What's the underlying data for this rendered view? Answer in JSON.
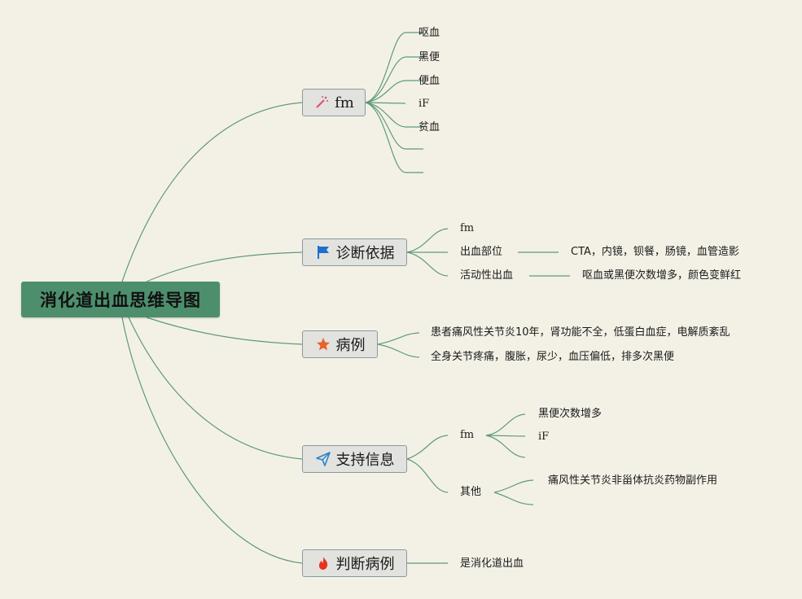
{
  "title": "消化道出血思维导图",
  "colors": {
    "background": "#f3f1e6",
    "root": "#4d8f6d",
    "line": "#5e9a7c",
    "node_fill": "#e2e2df",
    "node_border": "#8a9a9c"
  },
  "branches": [
    {
      "label": "fm",
      "icon": "magic-wand-icon",
      "children": [
        "呕血",
        "黑便",
        "便血",
        "iF",
        "贫血",
        "",
        ""
      ]
    },
    {
      "label": "诊断依据",
      "icon": "flag-icon",
      "children": [
        {
          "label": "fm"
        },
        {
          "label": "出血部位",
          "detail": "CTA，内镜，钡餐，肠镜，血管造影"
        },
        {
          "label": "活动性出血",
          "detail": "呕血或黑便次数增多，颜色变鲜红"
        }
      ]
    },
    {
      "label": "病例",
      "icon": "star-icon",
      "children": [
        "患者痛风性关节炎10年，肾功能不全，低蛋白血症，电解质紊乱",
        "全身关节疼痛，腹胀，尿少，血压偏低，排多次黑便"
      ]
    },
    {
      "label": "支持信息",
      "icon": "paper-plane-icon",
      "children": [
        {
          "label": "fm",
          "children": [
            "黑便次数增多",
            "iF",
            ""
          ]
        },
        {
          "label": "其他",
          "children": [
            "痛风性关节炎非甾体抗炎药物副作用",
            ""
          ]
        }
      ]
    },
    {
      "label": "判断病例",
      "icon": "fire-icon",
      "children": [
        "是消化道出血"
      ]
    }
  ]
}
